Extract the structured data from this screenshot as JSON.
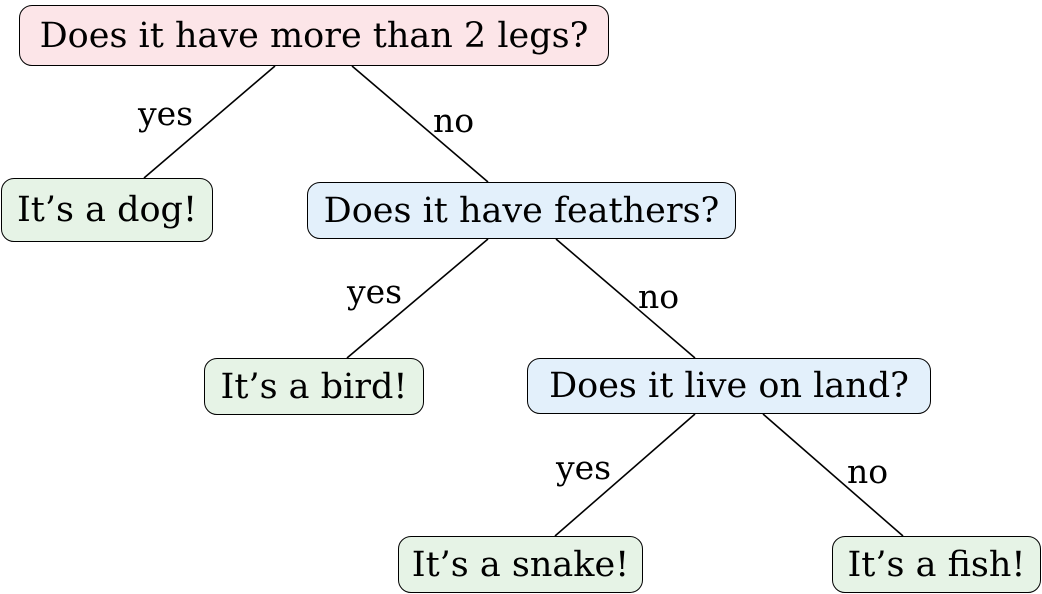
{
  "colors": {
    "question": "#fce5e8",
    "feathers": "#e3f0fb",
    "land": "#e3f0fb",
    "answer": "#e6f3e6",
    "stroke": "#000000"
  },
  "nodes": {
    "root": {
      "text": "Does it have more than 2 legs?"
    },
    "dog": {
      "text": "It’s a dog!"
    },
    "feathers": {
      "text": "Does it have feathers?"
    },
    "bird": {
      "text": "It’s a bird!"
    },
    "land": {
      "text": "Does it live on land?"
    },
    "snake": {
      "text": "It’s a snake!"
    },
    "fish": {
      "text": "It’s a fish!"
    }
  },
  "edges": {
    "root_dog": "yes",
    "root_feathers": "no",
    "feathers_bird": "yes",
    "feathers_land": "no",
    "land_snake": "yes",
    "land_fish": "no"
  }
}
